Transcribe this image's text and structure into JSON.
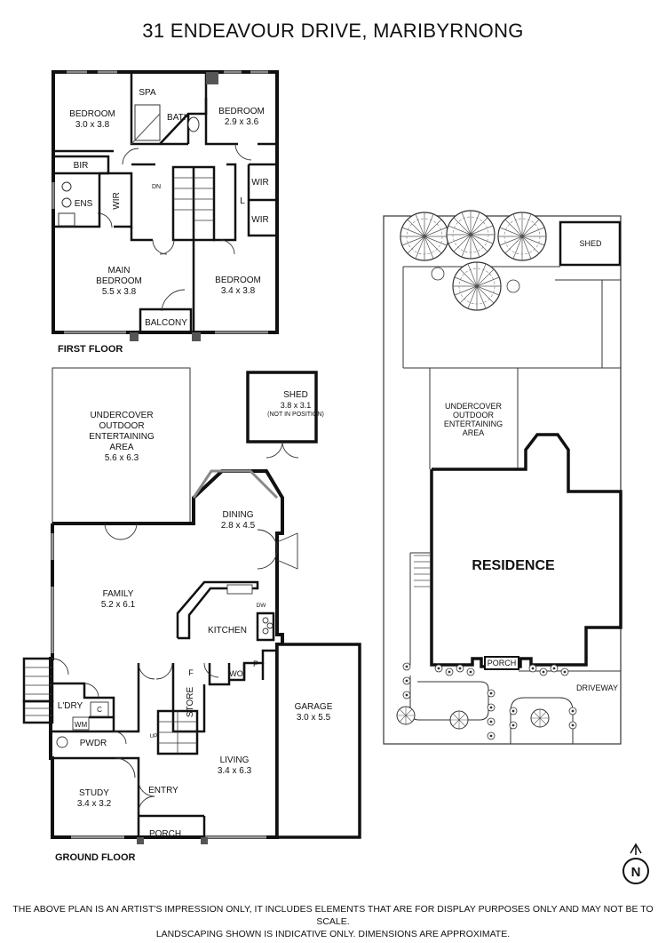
{
  "title": "31 ENDEAVOUR DRIVE, MARIBYRNONG",
  "first_floor": {
    "label": "FIRST FLOOR",
    "rooms": {
      "bedroom_a": {
        "name": "BEDROOM",
        "size": "3.0 x 3.8"
      },
      "spa": "SPA",
      "bath": "BATH",
      "bedroom_b": {
        "name": "BEDROOM",
        "size": "2.9 x 3.6"
      },
      "bir": "BIR",
      "dn": "DN",
      "wir_right_top": "WIR",
      "ens": "ENS",
      "wir_left": "WIR",
      "linen": "L",
      "wir_right_bottom": "WIR",
      "main_bedroom": {
        "name1": "MAIN",
        "name2": "BEDROOM",
        "size": "5.5 x 3.8"
      },
      "bedroom_c": {
        "name": "BEDROOM",
        "size": "3.4 x 3.8"
      },
      "balcony": "BALCONY"
    }
  },
  "ground_floor": {
    "label": "GROUND FLOOR",
    "rooms": {
      "outdoor": {
        "l1": "UNDERCOVER",
        "l2": "OUTDOOR",
        "l3": "ENTERTAINING",
        "l4": "AREA",
        "size": "5.6 x 6.3"
      },
      "shed": {
        "name": "SHED",
        "size": "3.8 x 3.1",
        "note": "(NOT IN POSITION)"
      },
      "dining": {
        "name": "DINING",
        "size": "2.8 x 4.5"
      },
      "family": {
        "name": "FAMILY",
        "size": "5.2 x 6.1"
      },
      "kitchen": "KITCHEN",
      "dw": "DW",
      "wo": "WO",
      "p": "P",
      "f": "F",
      "store": "STORE",
      "laundry": "L'DRY",
      "c": "C",
      "wm": "WM",
      "pwdr": "PWDR",
      "up": "UP",
      "garage": {
        "name": "GARAGE",
        "size": "3.0 x 5.5"
      },
      "living": {
        "name": "LIVING",
        "size": "3.4 x 6.3"
      },
      "study": {
        "name": "STUDY",
        "size": "3.4 x 3.2"
      },
      "entry": "ENTRY",
      "porch": "PORCH"
    }
  },
  "site_plan": {
    "shed": "SHED",
    "outdoor": {
      "l1": "UNDERCOVER",
      "l2": "OUTDOOR",
      "l3": "ENTERTAINING",
      "l4": "AREA"
    },
    "residence": "RESIDENCE",
    "porch": "PORCH",
    "driveway": "DRIVEWAY"
  },
  "compass": "N",
  "disclaimer_line1": "THE ABOVE PLAN IS AN ARTIST'S IMPRESSION ONLY, IT INCLUDES ELEMENTS THAT ARE FOR DISPLAY PURPOSES ONLY AND MAY NOT BE TO SCALE.",
  "disclaimer_line2": "LANDSCAPING SHOWN IS INDICATIVE ONLY. DIMENSIONS ARE APPROXIMATE."
}
